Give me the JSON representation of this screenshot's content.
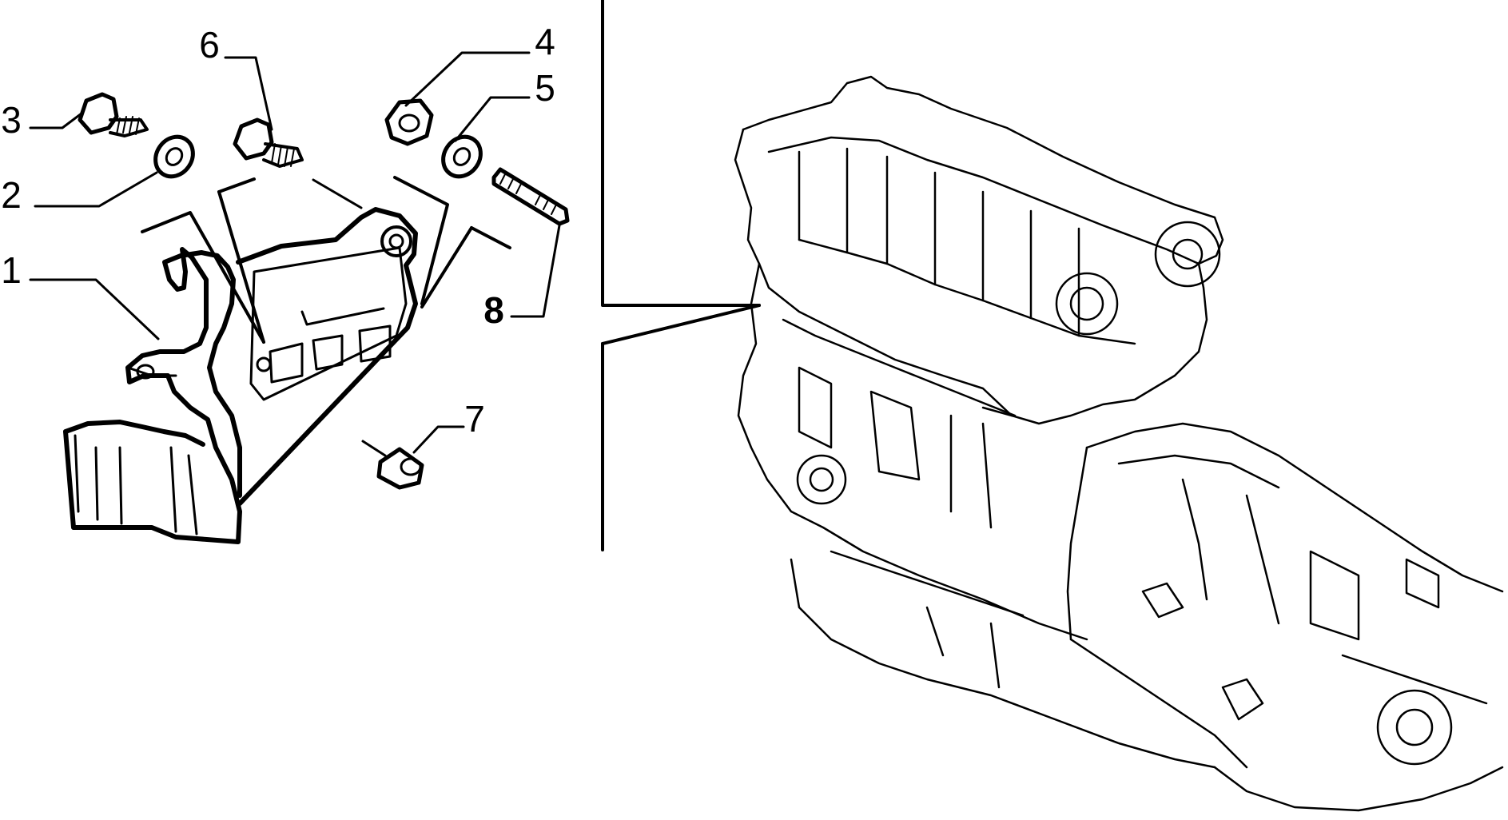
{
  "diagram": {
    "callouts": [
      {
        "id": "c1",
        "label": "1"
      },
      {
        "id": "c2",
        "label": "2"
      },
      {
        "id": "c3",
        "label": "3"
      },
      {
        "id": "c4",
        "label": "4"
      },
      {
        "id": "c5",
        "label": "5"
      },
      {
        "id": "c6",
        "label": "6"
      },
      {
        "id": "c7",
        "label": "7"
      },
      {
        "id": "c8",
        "label": "8"
      }
    ],
    "line_color": "#000000",
    "background": "#ffffff"
  }
}
